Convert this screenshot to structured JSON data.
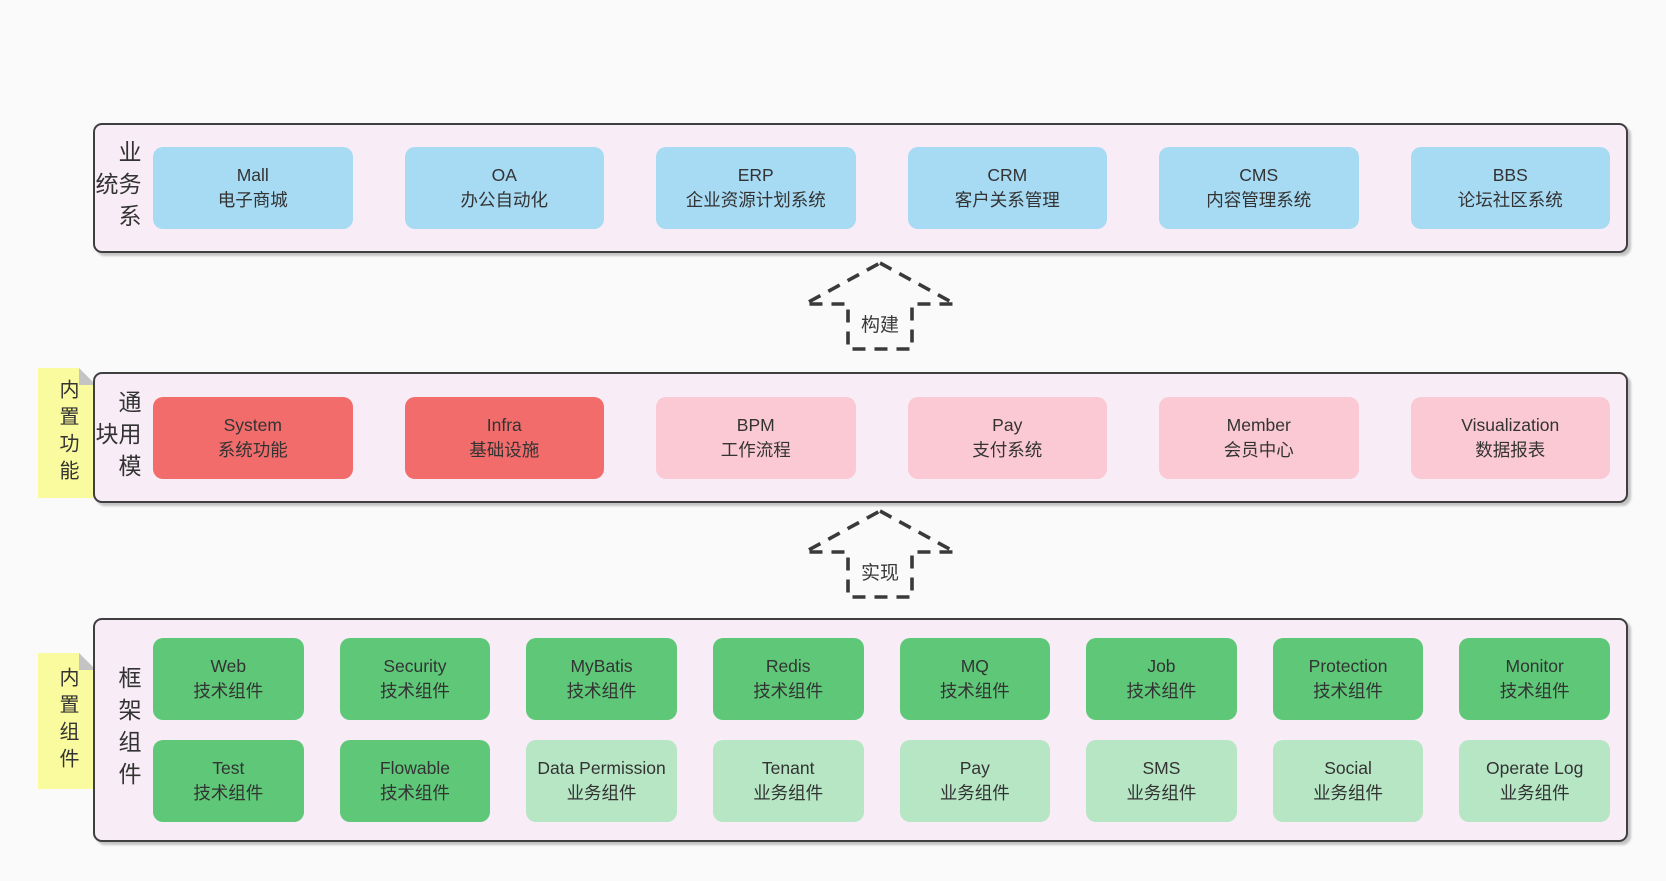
{
  "palette": {
    "page_bg": "#fafafa",
    "band_bg": "#f8edf6",
    "band_border": "#3f3f3f",
    "text": "#333333",
    "box_blue": "#a7daf3",
    "box_red": "#f26c6c",
    "box_pink": "#fac9d3",
    "box_green": "#5ec878",
    "box_green_light": "#b6e6c4",
    "note_yellow": "#fafa9e",
    "note_fold_gray": "#c4c4c4"
  },
  "arrows": [
    {
      "label": "构建"
    },
    {
      "label": "实现"
    }
  ],
  "sections": [
    {
      "id": "business-systems",
      "label": "业务系统",
      "rows": [
        [
          {
            "title": "Mall",
            "subtitle": "电子商城",
            "variant": "blue"
          },
          {
            "title": "OA",
            "subtitle": "办公自动化",
            "variant": "blue"
          },
          {
            "title": "ERP",
            "subtitle": "企业资源计划系统",
            "variant": "blue"
          },
          {
            "title": "CRM",
            "subtitle": "客户关系管理",
            "variant": "blue"
          },
          {
            "title": "CMS",
            "subtitle": "内容管理系统",
            "variant": "blue"
          },
          {
            "title": "BBS",
            "subtitle": "论坛社区系统",
            "variant": "blue"
          }
        ]
      ]
    },
    {
      "id": "common-modules",
      "label": "通用模块",
      "note": "内置功能",
      "rows": [
        [
          {
            "title": "System",
            "subtitle": "系统功能",
            "variant": "red"
          },
          {
            "title": "Infra",
            "subtitle": "基础设施",
            "variant": "red"
          },
          {
            "title": "BPM",
            "subtitle": "工作流程",
            "variant": "pink"
          },
          {
            "title": "Pay",
            "subtitle": "支付系统",
            "variant": "pink"
          },
          {
            "title": "Member",
            "subtitle": "会员中心",
            "variant": "pink"
          },
          {
            "title": "Visualization",
            "subtitle": "数据报表",
            "variant": "pink"
          }
        ]
      ]
    },
    {
      "id": "framework-components",
      "label": "框架组件",
      "note": "内置组件",
      "rows": [
        [
          {
            "title": "Web",
            "subtitle": "技术组件",
            "variant": "green"
          },
          {
            "title": "Security",
            "subtitle": "技术组件",
            "variant": "green"
          },
          {
            "title": "MyBatis",
            "subtitle": "技术组件",
            "variant": "green"
          },
          {
            "title": "Redis",
            "subtitle": "技术组件",
            "variant": "green"
          },
          {
            "title": "MQ",
            "subtitle": "技术组件",
            "variant": "green"
          },
          {
            "title": "Job",
            "subtitle": "技术组件",
            "variant": "green"
          },
          {
            "title": "Protection",
            "subtitle": "技术组件",
            "variant": "green"
          },
          {
            "title": "Monitor",
            "subtitle": "技术组件",
            "variant": "green"
          }
        ],
        [
          {
            "title": "Test",
            "subtitle": "技术组件",
            "variant": "green"
          },
          {
            "title": "Flowable",
            "subtitle": "技术组件",
            "variant": "green"
          },
          {
            "title": "Data Permission",
            "subtitle": "业务组件",
            "variant": "green-light"
          },
          {
            "title": "Tenant",
            "subtitle": "业务组件",
            "variant": "green-light"
          },
          {
            "title": "Pay",
            "subtitle": "业务组件",
            "variant": "green-light"
          },
          {
            "title": "SMS",
            "subtitle": "业务组件",
            "variant": "green-light"
          },
          {
            "title": "Social",
            "subtitle": "业务组件",
            "variant": "green-light"
          },
          {
            "title": "Operate Log",
            "subtitle": "业务组件",
            "variant": "green-light"
          }
        ]
      ]
    }
  ]
}
